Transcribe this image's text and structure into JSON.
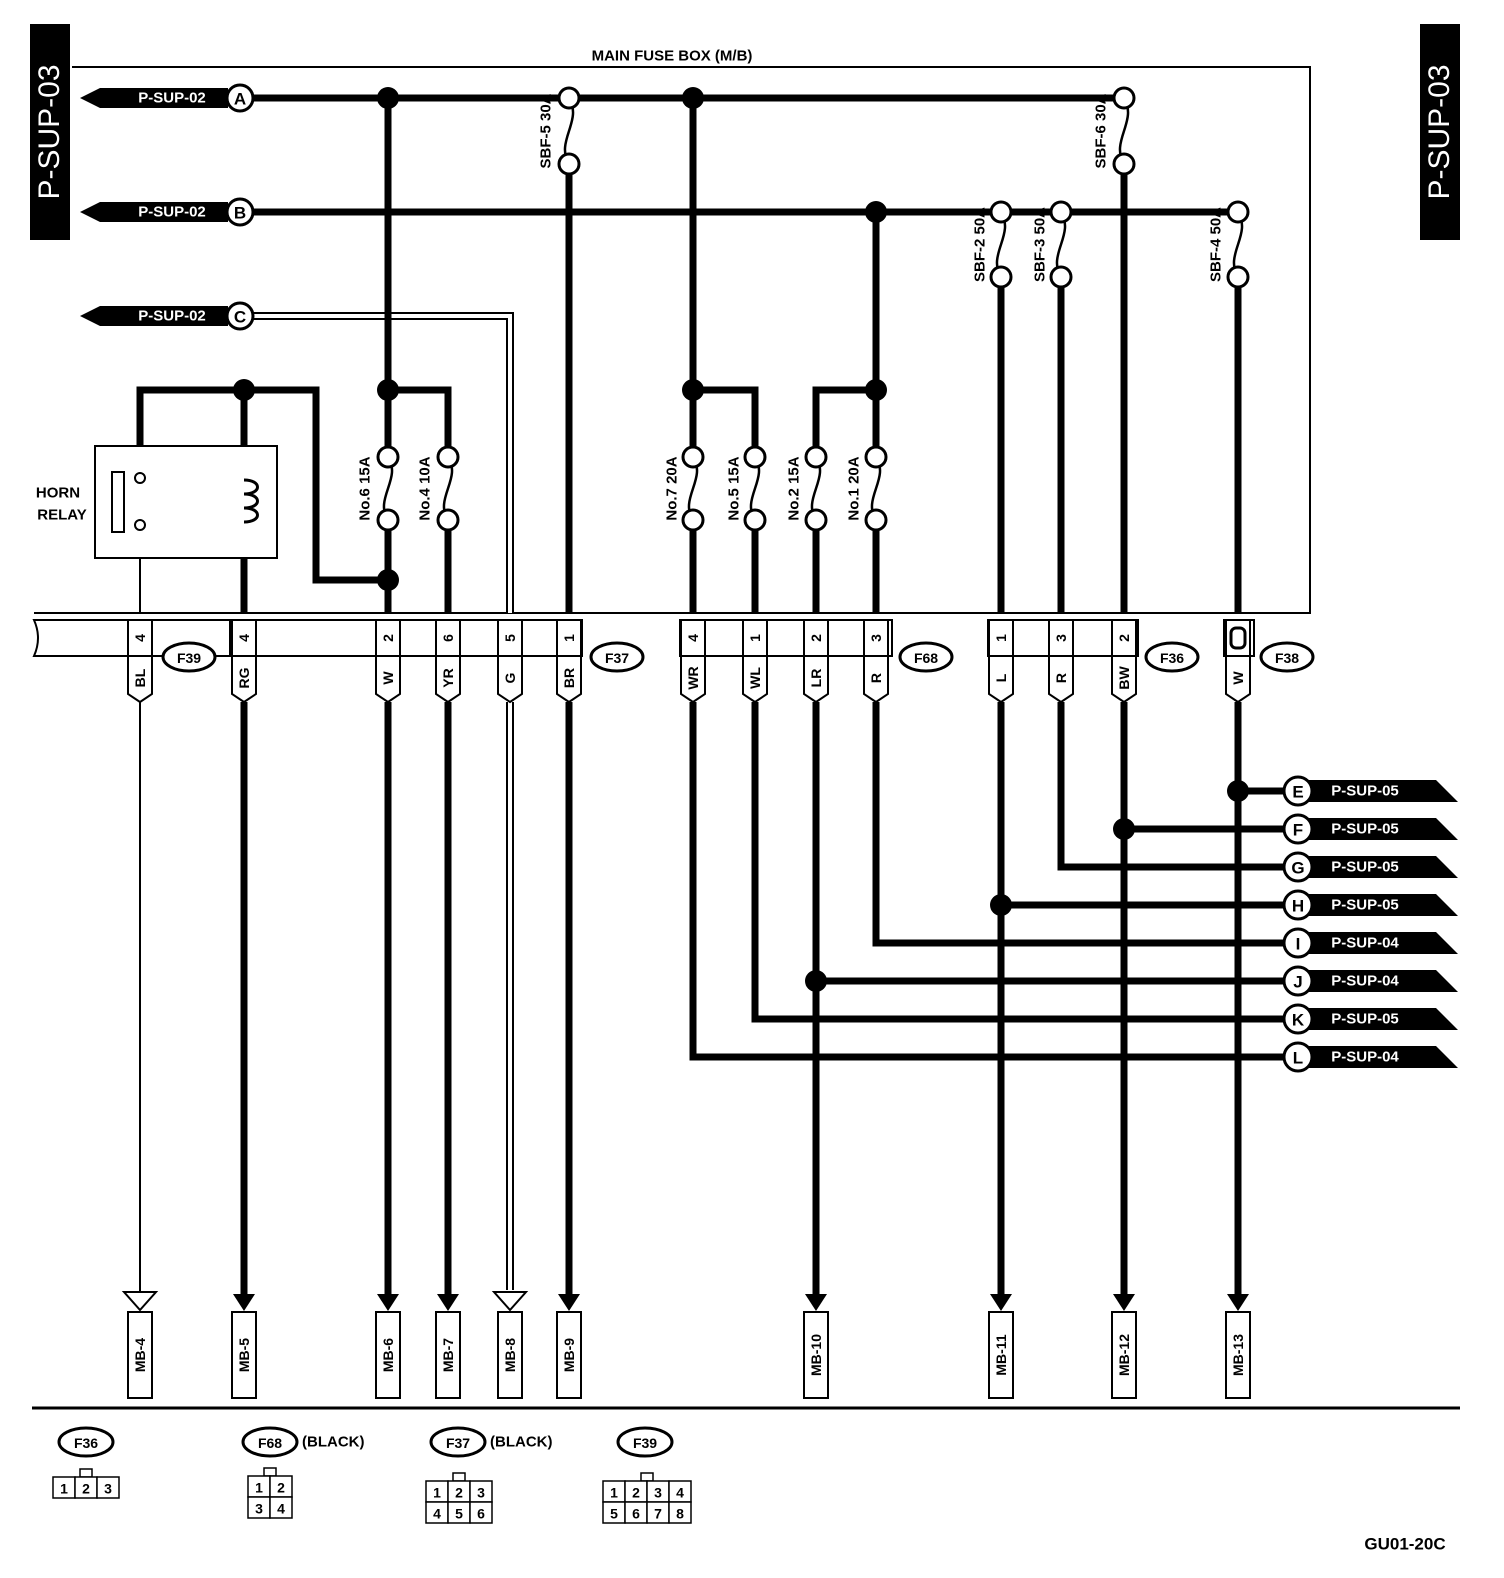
{
  "page_label": "P-SUP-03",
  "title": "MAIN FUSE BOX (M/B)",
  "relay_label": [
    "HORN",
    "RELAY"
  ],
  "figure_code": "GU01-20C",
  "inputs": [
    {
      "ref": "P-SUP-02",
      "letter": "A"
    },
    {
      "ref": "P-SUP-02",
      "letter": "B"
    },
    {
      "ref": "P-SUP-02",
      "letter": "C"
    }
  ],
  "slow_blow_fuses": [
    "SBF-5 30A",
    "SBF-6 30A",
    "SBF-2 50A",
    "SBF-3 50A",
    "SBF-4 50A"
  ],
  "fuses": [
    "No.6 15A",
    "No.4 10A",
    "No.7 20A",
    "No.5 15A",
    "No.2 15A",
    "No.1 20A"
  ],
  "connectors": [
    "F39",
    "F37",
    "F68",
    "F36",
    "F38"
  ],
  "terminals": [
    {
      "pin": "4",
      "wire": "BL"
    },
    {
      "pin": "4",
      "wire": "RG"
    },
    {
      "pin": "2",
      "wire": "W"
    },
    {
      "pin": "6",
      "wire": "YR"
    },
    {
      "pin": "5",
      "wire": "G"
    },
    {
      "pin": "1",
      "wire": "BR"
    },
    {
      "pin": "4",
      "wire": "WR"
    },
    {
      "pin": "1",
      "wire": "WL"
    },
    {
      "pin": "2",
      "wire": "LR"
    },
    {
      "pin": "3",
      "wire": "R"
    },
    {
      "pin": "1",
      "wire": "L"
    },
    {
      "pin": "3",
      "wire": "R"
    },
    {
      "pin": "2",
      "wire": "BW"
    },
    {
      "pin": "",
      "wire": "W"
    }
  ],
  "outputs": [
    {
      "letter": "E",
      "ref": "P-SUP-05"
    },
    {
      "letter": "F",
      "ref": "P-SUP-05"
    },
    {
      "letter": "G",
      "ref": "P-SUP-05"
    },
    {
      "letter": "H",
      "ref": "P-SUP-05"
    },
    {
      "letter": "I",
      "ref": "P-SUP-04"
    },
    {
      "letter": "J",
      "ref": "P-SUP-04"
    },
    {
      "letter": "K",
      "ref": "P-SUP-05"
    },
    {
      "letter": "L",
      "ref": "P-SUP-04"
    }
  ],
  "mb_labels": [
    "MB-4",
    "MB-5",
    "MB-6",
    "MB-7",
    "MB-8",
    "MB-9",
    "MB-10",
    "MB-11",
    "MB-12",
    "MB-13"
  ],
  "legend": {
    "f36": {
      "name": "F36",
      "note": "",
      "rows": [
        [
          "1",
          "2",
          "3"
        ]
      ]
    },
    "f68": {
      "name": "F68",
      "note": "(BLACK)",
      "rows": [
        [
          "1",
          "2"
        ],
        [
          "3",
          "4"
        ]
      ]
    },
    "f37": {
      "name": "F37",
      "note": "(BLACK)",
      "rows": [
        [
          "1",
          "2",
          "3"
        ],
        [
          "4",
          "5",
          "6"
        ]
      ]
    },
    "f39": {
      "name": "F39",
      "note": "",
      "rows": [
        [
          "1",
          "2",
          "3",
          "4"
        ],
        [
          "5",
          "6",
          "7",
          "8"
        ]
      ]
    }
  }
}
